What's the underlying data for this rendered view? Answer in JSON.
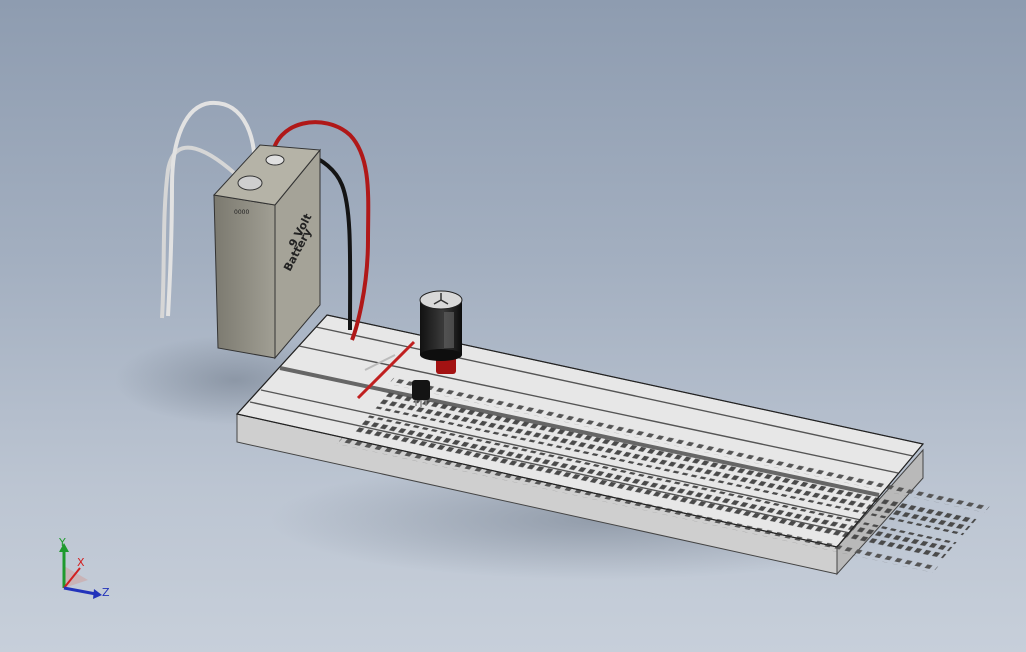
{
  "battery": {
    "label_line1": "9 Volt",
    "label_line2": "Battery",
    "top_marking": "0000"
  },
  "triad": {
    "x_label": "X",
    "y_label": "Y",
    "z_label": "Z"
  },
  "colors": {
    "background_top": "#8e9cb0",
    "background_bottom": "#c7cfda",
    "breadboard": "#e6e6e6",
    "wire_red": "#b01818",
    "wire_black": "#161616",
    "wire_white": "#dcdcdc",
    "battery_body": "#8a887e",
    "x_axis": "#d21f1f",
    "y_axis": "#1f9a2e",
    "z_axis": "#2233bb"
  }
}
